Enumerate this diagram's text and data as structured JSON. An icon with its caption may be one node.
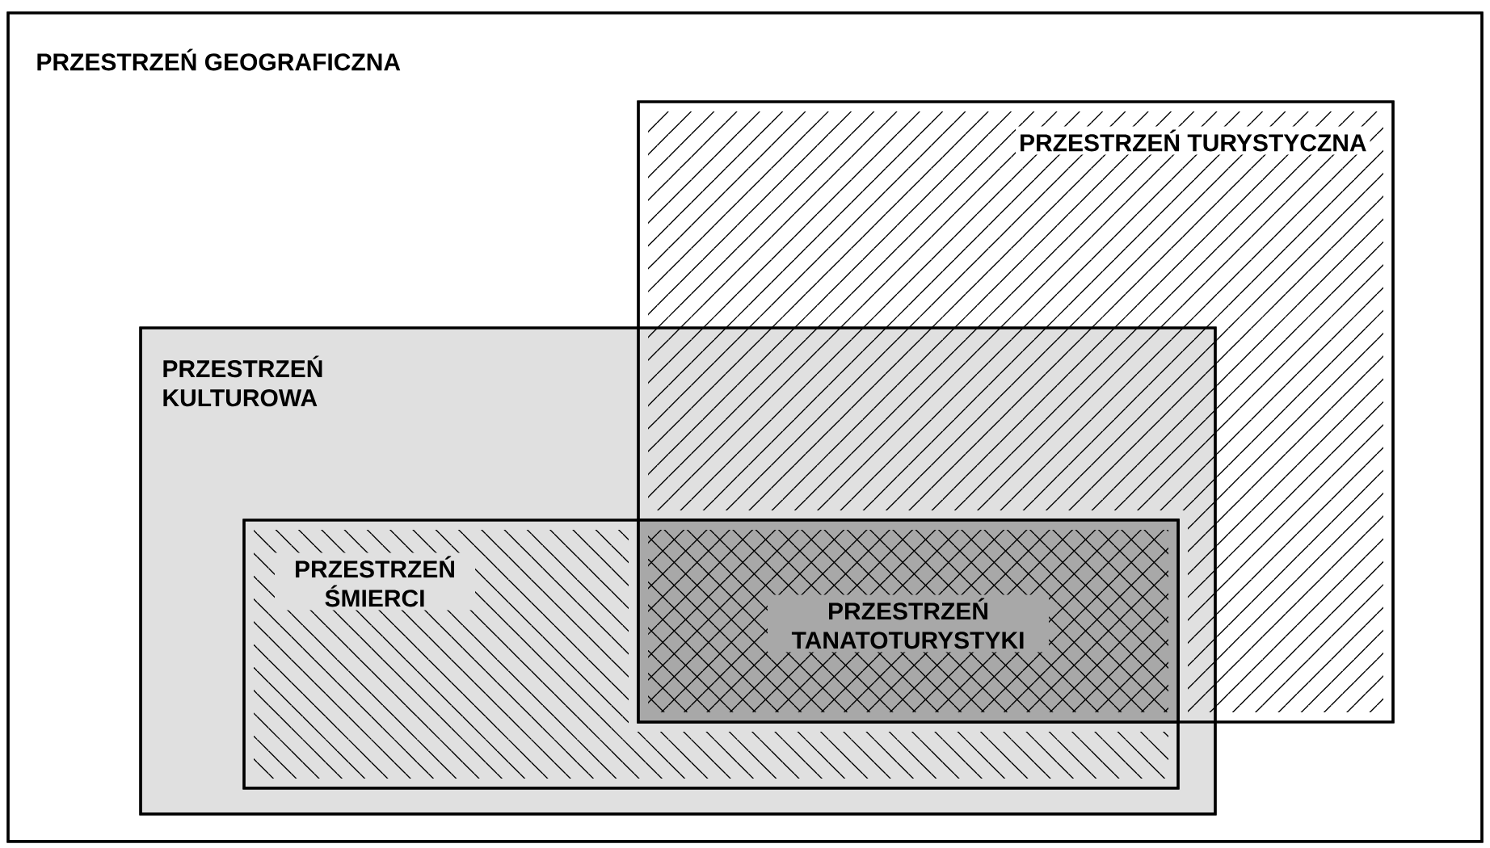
{
  "diagram": {
    "nodes": [
      {
        "text": [
          "PRZESTRZEŃ GEOGRAFICZNA"
        ]
      },
      {
        "text": [
          "PRZESTRZEŃ TURYSTYCZNA"
        ],
        "in": 0
      },
      {
        "text": [
          "PRZESTRZEŃ KULTUROWA"
        ],
        "in": 0
      },
      {
        "text": [
          "PRZESTRZEŃ ŚMIERCI"
        ],
        "in": 2
      },
      {
        "text": [
          "PRZESTRZEŃ TANATOTURYSTYKI"
        ]
      }
    ]
  }
}
